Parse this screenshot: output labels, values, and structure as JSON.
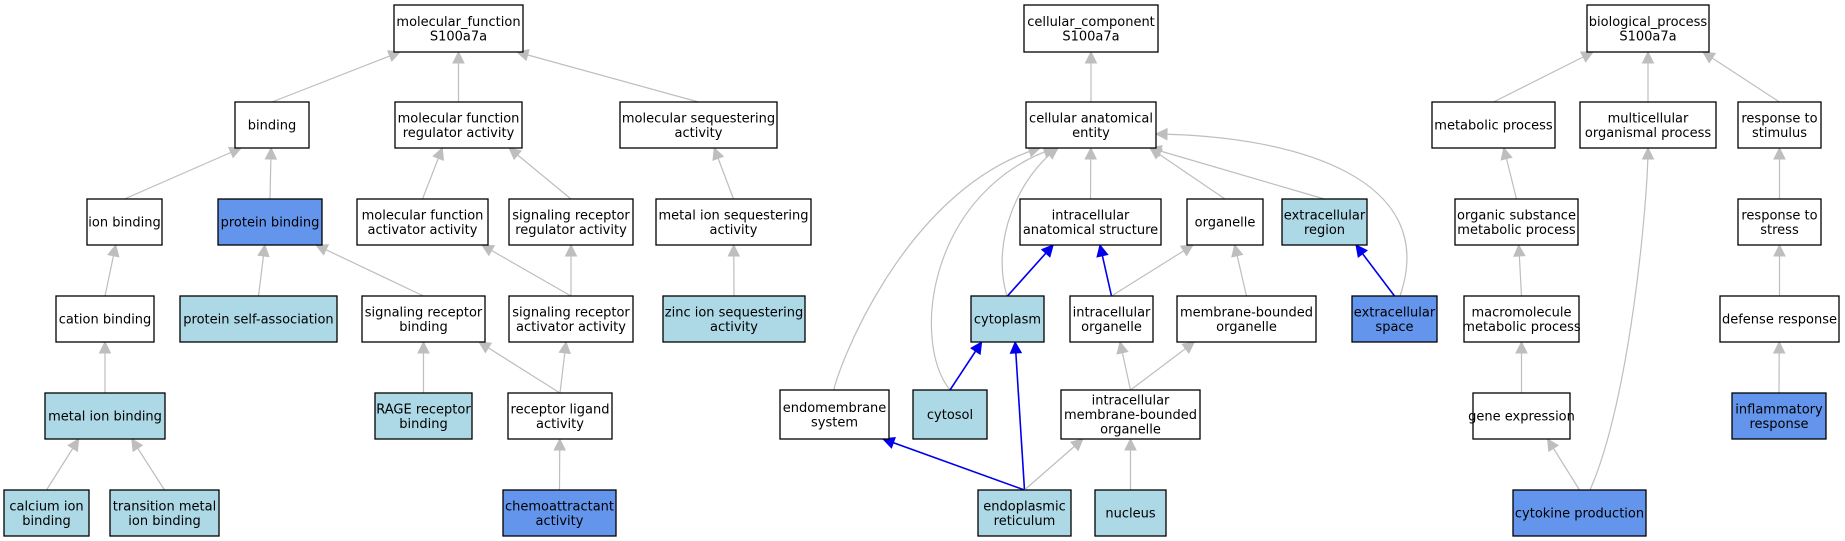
{
  "colors": {
    "white": "#ffffff",
    "light": "#add8e6",
    "dark": "#6495ed",
    "grey_edge": "#bebebe",
    "blue_edge": "#0000ee"
  },
  "nodes": [
    {
      "id": "mf_root",
      "lines": [
        "molecular_function",
        "S100a7a"
      ],
      "fill": "white"
    },
    {
      "id": "binding",
      "lines": [
        "binding"
      ],
      "fill": "white"
    },
    {
      "id": "mf_reg",
      "lines": [
        "molecular function",
        "regulator activity"
      ],
      "fill": "white"
    },
    {
      "id": "mol_seq",
      "lines": [
        "molecular sequestering",
        "activity"
      ],
      "fill": "white"
    },
    {
      "id": "ion_binding",
      "lines": [
        "ion binding"
      ],
      "fill": "white"
    },
    {
      "id": "protein_binding",
      "lines": [
        "protein binding"
      ],
      "fill": "dark"
    },
    {
      "id": "mf_act",
      "lines": [
        "molecular function",
        "activator activity"
      ],
      "fill": "white"
    },
    {
      "id": "sig_rec_reg",
      "lines": [
        "signaling receptor",
        "regulator activity"
      ],
      "fill": "white"
    },
    {
      "id": "metal_seq",
      "lines": [
        "metal ion sequestering",
        "activity"
      ],
      "fill": "white"
    },
    {
      "id": "cation_binding",
      "lines": [
        "cation binding"
      ],
      "fill": "white"
    },
    {
      "id": "prot_self",
      "lines": [
        "protein self-association"
      ],
      "fill": "light"
    },
    {
      "id": "sig_rec_binding",
      "lines": [
        "signaling receptor",
        "binding"
      ],
      "fill": "white"
    },
    {
      "id": "sig_rec_act",
      "lines": [
        "signaling receptor",
        "activator activity"
      ],
      "fill": "white"
    },
    {
      "id": "zinc_seq",
      "lines": [
        "zinc ion sequestering",
        "activity"
      ],
      "fill": "light"
    },
    {
      "id": "metal_binding",
      "lines": [
        "metal ion binding"
      ],
      "fill": "light"
    },
    {
      "id": "rage",
      "lines": [
        "RAGE receptor",
        "binding"
      ],
      "fill": "light"
    },
    {
      "id": "rec_lig",
      "lines": [
        "receptor ligand",
        "activity"
      ],
      "fill": "white"
    },
    {
      "id": "calcium",
      "lines": [
        "calcium ion",
        "binding"
      ],
      "fill": "light"
    },
    {
      "id": "transition",
      "lines": [
        "transition metal",
        "ion binding"
      ],
      "fill": "light"
    },
    {
      "id": "chemo",
      "lines": [
        "chemoattractant",
        "activity"
      ],
      "fill": "dark"
    },
    {
      "id": "cc_root",
      "lines": [
        "cellular_component",
        "S100a7a"
      ],
      "fill": "white"
    },
    {
      "id": "cae",
      "lines": [
        "cellular anatomical",
        "entity"
      ],
      "fill": "white"
    },
    {
      "id": "ias",
      "lines": [
        "intracellular",
        "anatomical structure"
      ],
      "fill": "white"
    },
    {
      "id": "organelle",
      "lines": [
        "organelle"
      ],
      "fill": "white"
    },
    {
      "id": "ext_region",
      "lines": [
        "extracellular",
        "region"
      ],
      "fill": "light"
    },
    {
      "id": "cytoplasm",
      "lines": [
        "cytoplasm"
      ],
      "fill": "light"
    },
    {
      "id": "ic_org",
      "lines": [
        "intracellular",
        "organelle"
      ],
      "fill": "white"
    },
    {
      "id": "mbo",
      "lines": [
        "membrane-bounded",
        "organelle"
      ],
      "fill": "white"
    },
    {
      "id": "ext_space",
      "lines": [
        "extracellular",
        "space"
      ],
      "fill": "dark"
    },
    {
      "id": "endomem",
      "lines": [
        "endomembrane",
        "system"
      ],
      "fill": "white"
    },
    {
      "id": "cytosol",
      "lines": [
        "cytosol"
      ],
      "fill": "light"
    },
    {
      "id": "imbo",
      "lines": [
        "intracellular",
        "membrane-bounded",
        "organelle"
      ],
      "fill": "white"
    },
    {
      "id": "er",
      "lines": [
        "endoplasmic",
        "reticulum"
      ],
      "fill": "light"
    },
    {
      "id": "nucleus",
      "lines": [
        "nucleus"
      ],
      "fill": "light"
    },
    {
      "id": "bp_root",
      "lines": [
        "biological_process",
        "S100a7a"
      ],
      "fill": "white"
    },
    {
      "id": "metab",
      "lines": [
        "metabolic process"
      ],
      "fill": "white"
    },
    {
      "id": "multi",
      "lines": [
        "multicellular",
        "organismal process"
      ],
      "fill": "white"
    },
    {
      "id": "resp_stim",
      "lines": [
        "response to",
        "stimulus"
      ],
      "fill": "white"
    },
    {
      "id": "org_sub",
      "lines": [
        "organic substance",
        "metabolic process"
      ],
      "fill": "white"
    },
    {
      "id": "resp_stress",
      "lines": [
        "response to",
        "stress"
      ],
      "fill": "white"
    },
    {
      "id": "macro",
      "lines": [
        "macromolecule",
        "metabolic process"
      ],
      "fill": "white"
    },
    {
      "id": "defense",
      "lines": [
        "defense response"
      ],
      "fill": "white"
    },
    {
      "id": "gene_expr",
      "lines": [
        "gene expression"
      ],
      "fill": "white"
    },
    {
      "id": "inflam",
      "lines": [
        "inflammatory",
        "response"
      ],
      "fill": "dark"
    },
    {
      "id": "cytokine",
      "lines": [
        "cytokine production"
      ],
      "fill": "dark"
    }
  ],
  "edges": [
    {
      "from": "binding",
      "to": "mf_root",
      "color": "grey"
    },
    {
      "from": "mf_reg",
      "to": "mf_root",
      "color": "grey"
    },
    {
      "from": "mol_seq",
      "to": "mf_root",
      "color": "grey"
    },
    {
      "from": "ion_binding",
      "to": "binding",
      "color": "grey"
    },
    {
      "from": "protein_binding",
      "to": "binding",
      "color": "grey"
    },
    {
      "from": "mf_act",
      "to": "mf_reg",
      "color": "grey"
    },
    {
      "from": "sig_rec_reg",
      "to": "mf_reg",
      "color": "grey"
    },
    {
      "from": "metal_seq",
      "to": "mol_seq",
      "color": "grey"
    },
    {
      "from": "cation_binding",
      "to": "ion_binding",
      "color": "grey"
    },
    {
      "from": "prot_self",
      "to": "protein_binding",
      "color": "grey"
    },
    {
      "from": "sig_rec_binding",
      "to": "protein_binding",
      "color": "grey"
    },
    {
      "from": "sig_rec_act",
      "to": "mf_act",
      "color": "grey"
    },
    {
      "from": "sig_rec_act",
      "to": "sig_rec_reg",
      "color": "grey"
    },
    {
      "from": "zinc_seq",
      "to": "metal_seq",
      "color": "grey"
    },
    {
      "from": "metal_binding",
      "to": "cation_binding",
      "color": "grey"
    },
    {
      "from": "rage",
      "to": "sig_rec_binding",
      "color": "grey"
    },
    {
      "from": "rec_lig",
      "to": "sig_rec_binding",
      "color": "grey"
    },
    {
      "from": "rec_lig",
      "to": "sig_rec_act",
      "color": "grey"
    },
    {
      "from": "calcium",
      "to": "metal_binding",
      "color": "grey"
    },
    {
      "from": "transition",
      "to": "metal_binding",
      "color": "grey"
    },
    {
      "from": "chemo",
      "to": "rec_lig",
      "color": "grey"
    },
    {
      "from": "cae",
      "to": "cc_root",
      "color": "grey"
    },
    {
      "from": "ias",
      "to": "cae",
      "color": "grey"
    },
    {
      "from": "organelle",
      "to": "cae",
      "color": "grey"
    },
    {
      "from": "ext_region",
      "to": "cae",
      "color": "grey"
    },
    {
      "from": "cytoplasm",
      "to": "cae",
      "color": "grey"
    },
    {
      "from": "endomem",
      "to": "cae",
      "color": "grey"
    },
    {
      "from": "cytosol",
      "to": "cae",
      "color": "grey"
    },
    {
      "from": "ext_space",
      "to": "cae",
      "color": "grey"
    },
    {
      "from": "cytoplasm",
      "to": "ias",
      "color": "blue"
    },
    {
      "from": "ic_org",
      "to": "ias",
      "color": "blue"
    },
    {
      "from": "ext_space",
      "to": "ext_region",
      "color": "blue"
    },
    {
      "from": "ic_org",
      "to": "organelle",
      "color": "grey"
    },
    {
      "from": "mbo",
      "to": "organelle",
      "color": "grey"
    },
    {
      "from": "cytosol",
      "to": "cytoplasm",
      "color": "blue"
    },
    {
      "from": "er",
      "to": "cytoplasm",
      "color": "blue"
    },
    {
      "from": "imbo",
      "to": "ic_org",
      "color": "grey"
    },
    {
      "from": "imbo",
      "to": "mbo",
      "color": "grey"
    },
    {
      "from": "er",
      "to": "endomem",
      "color": "blue"
    },
    {
      "from": "er",
      "to": "imbo",
      "color": "grey"
    },
    {
      "from": "nucleus",
      "to": "imbo",
      "color": "grey"
    },
    {
      "from": "metab",
      "to": "bp_root",
      "color": "grey"
    },
    {
      "from": "multi",
      "to": "bp_root",
      "color": "grey"
    },
    {
      "from": "resp_stim",
      "to": "bp_root",
      "color": "grey"
    },
    {
      "from": "org_sub",
      "to": "metab",
      "color": "grey"
    },
    {
      "from": "resp_stress",
      "to": "resp_stim",
      "color": "grey"
    },
    {
      "from": "macro",
      "to": "org_sub",
      "color": "grey"
    },
    {
      "from": "defense",
      "to": "resp_stress",
      "color": "grey"
    },
    {
      "from": "gene_expr",
      "to": "macro",
      "color": "grey"
    },
    {
      "from": "inflam",
      "to": "defense",
      "color": "grey"
    },
    {
      "from": "cytokine",
      "to": "gene_expr",
      "color": "grey"
    },
    {
      "from": "cytokine",
      "to": "multi",
      "color": "grey"
    }
  ]
}
